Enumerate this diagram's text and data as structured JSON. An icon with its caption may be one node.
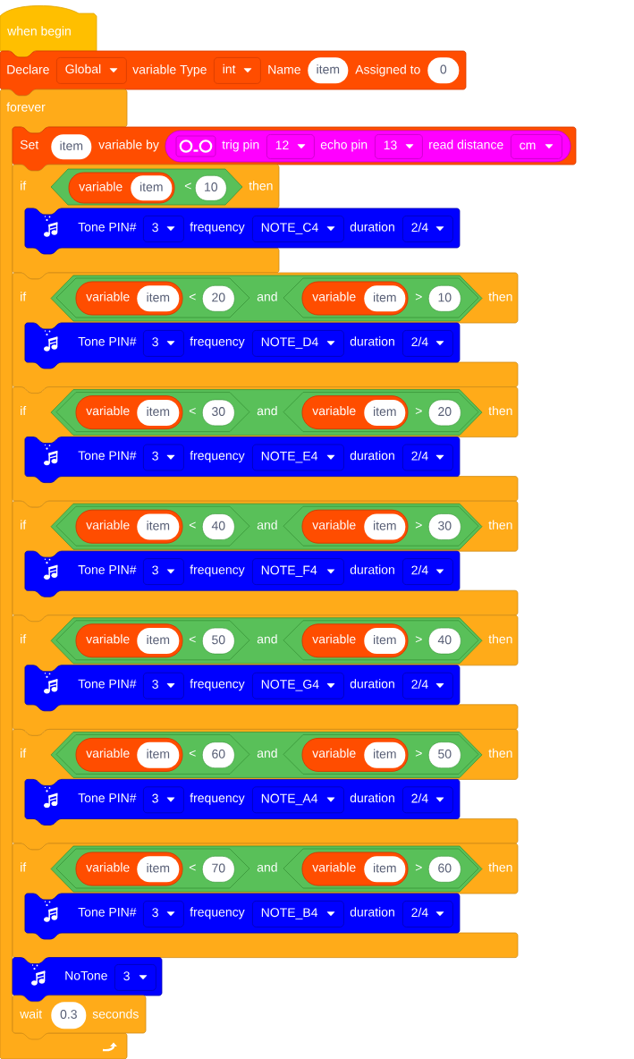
{
  "diagram": {
    "nodes": [
      {
        "text": [
          "when begin"
        ]
      },
      {
        "text": [
          "Declare",
          "variable Type",
          "Name",
          "Assigned to"
        ]
      },
      {
        "text": [
          "Global"
        ],
        "in": 1
      },
      {
        "text": [
          "int"
        ],
        "in": 1
      },
      {
        "text": [
          "item"
        ],
        "in": 1
      },
      {
        "text": [
          "0"
        ],
        "in": 1
      },
      {
        "text": [
          "forever"
        ]
      },
      {
        "text": [
          "Set",
          "variable by"
        ]
      },
      {
        "text": [
          "item"
        ],
        "in": 7
      },
      {
        "text": [
          "trig pin",
          "echo pin",
          "read distance"
        ],
        "in": 7
      },
      {
        "text": [
          "12"
        ],
        "in": 9
      },
      {
        "text": [
          "13"
        ],
        "in": 9
      },
      {
        "text": [
          "cm"
        ],
        "in": 9
      },
      {
        "text": [
          "if",
          "then"
        ]
      },
      {
        "text": [
          "<"
        ],
        "in": 13
      },
      {
        "text": [
          "variable"
        ],
        "in": 14
      },
      {
        "text": [
          "item"
        ],
        "in": 15
      },
      {
        "text": [
          "10"
        ],
        "in": 14
      },
      {
        "text": [
          "Tone PIN#",
          "frequency",
          "duration"
        ]
      },
      {
        "text": [
          "3"
        ],
        "in": 18
      },
      {
        "text": [
          "NOTE_C4"
        ],
        "in": 18
      },
      {
        "text": [
          "2/4"
        ],
        "in": 18
      },
      {
        "text": [
          "if",
          "then"
        ]
      },
      {
        "text": [
          "and"
        ],
        "in": 22
      },
      {
        "text": [
          "<"
        ],
        "in": 23
      },
      {
        "text": [
          "variable"
        ],
        "in": 24
      },
      {
        "text": [
          "item"
        ],
        "in": 25
      },
      {
        "text": [
          "20"
        ],
        "in": 24
      },
      {
        "text": [
          ">"
        ],
        "in": 23
      },
      {
        "text": [
          "variable"
        ],
        "in": 28
      },
      {
        "text": [
          "item"
        ],
        "in": 29
      },
      {
        "text": [
          "10"
        ],
        "in": 28
      },
      {
        "text": [
          "Tone PIN#",
          "frequency",
          "duration"
        ],
        "in": 22
      },
      {
        "text": [
          "3"
        ],
        "in": 32
      },
      {
        "text": [
          "NOTE_D4"
        ],
        "in": 32
      },
      {
        "text": [
          "2/4"
        ],
        "in": 32
      },
      {
        "text": [
          "if",
          "then"
        ]
      },
      {
        "text": [
          "and"
        ],
        "in": 36
      },
      {
        "text": [
          "<"
        ],
        "in": 37
      },
      {
        "text": [
          "variable"
        ],
        "in": 38
      },
      {
        "text": [
          "item"
        ],
        "in": 39
      },
      {
        "text": [
          "30"
        ],
        "in": 38
      },
      {
        "text": [
          ">"
        ],
        "in": 37
      },
      {
        "text": [
          "variable"
        ],
        "in": 42
      },
      {
        "text": [
          "item"
        ],
        "in": 43
      },
      {
        "text": [
          "20"
        ],
        "in": 42
      },
      {
        "text": [
          "Tone PIN#",
          "frequency",
          "duration"
        ],
        "in": 36
      },
      {
        "text": [
          "3"
        ],
        "in": 46
      },
      {
        "text": [
          "NOTE_E4"
        ],
        "in": 46
      },
      {
        "text": [
          "2/4"
        ],
        "in": 46
      },
      {
        "text": [
          "if",
          "then"
        ]
      },
      {
        "text": [
          "and"
        ],
        "in": 50
      },
      {
        "text": [
          "<"
        ],
        "in": 51
      },
      {
        "text": [
          "variable"
        ],
        "in": 52
      },
      {
        "text": [
          "item"
        ],
        "in": 53
      },
      {
        "text": [
          "40"
        ],
        "in": 52
      },
      {
        "text": [
          ">"
        ],
        "in": 51
      },
      {
        "text": [
          "variable"
        ],
        "in": 56
      },
      {
        "text": [
          "item"
        ],
        "in": 57
      },
      {
        "text": [
          "30"
        ],
        "in": 56
      },
      {
        "text": [
          "Tone PIN#",
          "frequency",
          "duration"
        ],
        "in": 50
      },
      {
        "text": [
          "3"
        ],
        "in": 60
      },
      {
        "text": [
          "NOTE_F4"
        ],
        "in": 60
      },
      {
        "text": [
          "2/4"
        ],
        "in": 60
      },
      {
        "text": [
          "if",
          "then"
        ]
      },
      {
        "text": [
          "and"
        ],
        "in": 64
      },
      {
        "text": [
          "<"
        ],
        "in": 65
      },
      {
        "text": [
          "variable"
        ],
        "in": 66
      },
      {
        "text": [
          "item"
        ],
        "in": 67
      },
      {
        "text": [
          "50"
        ],
        "in": 66
      },
      {
        "text": [
          ">"
        ],
        "in": 65
      },
      {
        "text": [
          "variable"
        ],
        "in": 70
      },
      {
        "text": [
          "item"
        ],
        "in": 71
      },
      {
        "text": [
          "40"
        ],
        "in": 70
      },
      {
        "text": [
          "Tone PIN#",
          "frequency",
          "duration"
        ],
        "in": 64
      },
      {
        "text": [
          "3"
        ],
        "in": 74
      },
      {
        "text": [
          "NOTE_G4"
        ],
        "in": 74
      },
      {
        "text": [
          "2/4"
        ],
        "in": 74
      },
      {
        "text": [
          "if",
          "then"
        ]
      },
      {
        "text": [
          "and"
        ],
        "in": 78
      },
      {
        "text": [
          "<"
        ],
        "in": 79
      },
      {
        "text": [
          "variable"
        ],
        "in": 80
      },
      {
        "text": [
          "item"
        ],
        "in": 81
      },
      {
        "text": [
          "60"
        ],
        "in": 80
      },
      {
        "text": [
          ">"
        ],
        "in": 79
      },
      {
        "text": [
          "variable"
        ],
        "in": 84
      },
      {
        "text": [
          "item"
        ],
        "in": 85
      },
      {
        "text": [
          "50"
        ],
        "in": 84
      },
      {
        "text": [
          "Tone PIN#",
          "frequency",
          "duration"
        ],
        "in": 78
      },
      {
        "text": [
          "3"
        ],
        "in": 88
      },
      {
        "text": [
          "NOTE_A4"
        ],
        "in": 88
      },
      {
        "text": [
          "2/4"
        ],
        "in": 88
      },
      {
        "text": [
          "if",
          "then"
        ]
      },
      {
        "text": [
          "and"
        ],
        "in": 92
      },
      {
        "text": [
          "<"
        ],
        "in": 93
      },
      {
        "text": [
          "variable"
        ],
        "in": 94
      },
      {
        "text": [
          "item"
        ],
        "in": 95
      },
      {
        "text": [
          "70"
        ],
        "in": 94
      },
      {
        "text": [
          ">"
        ],
        "in": 93
      },
      {
        "text": [
          "variable"
        ],
        "in": 98
      },
      {
        "text": [
          "item"
        ],
        "in": 99
      },
      {
        "text": [
          "60"
        ],
        "in": 98
      },
      {
        "text": [
          "Tone PIN#",
          "frequency",
          "duration"
        ],
        "in": 92
      },
      {
        "text": [
          "3"
        ],
        "in": 102
      },
      {
        "text": [
          "NOTE_B4"
        ],
        "in": 102
      },
      {
        "text": [
          "2/4"
        ],
        "in": 102
      },
      {
        "text": [
          "NoTone"
        ]
      },
      {
        "text": [
          "3"
        ],
        "in": 106
      },
      {
        "text": [
          "wait",
          "seconds"
        ]
      },
      {
        "text": [
          "0.3"
        ],
        "in": 108
      }
    ]
  }
}
